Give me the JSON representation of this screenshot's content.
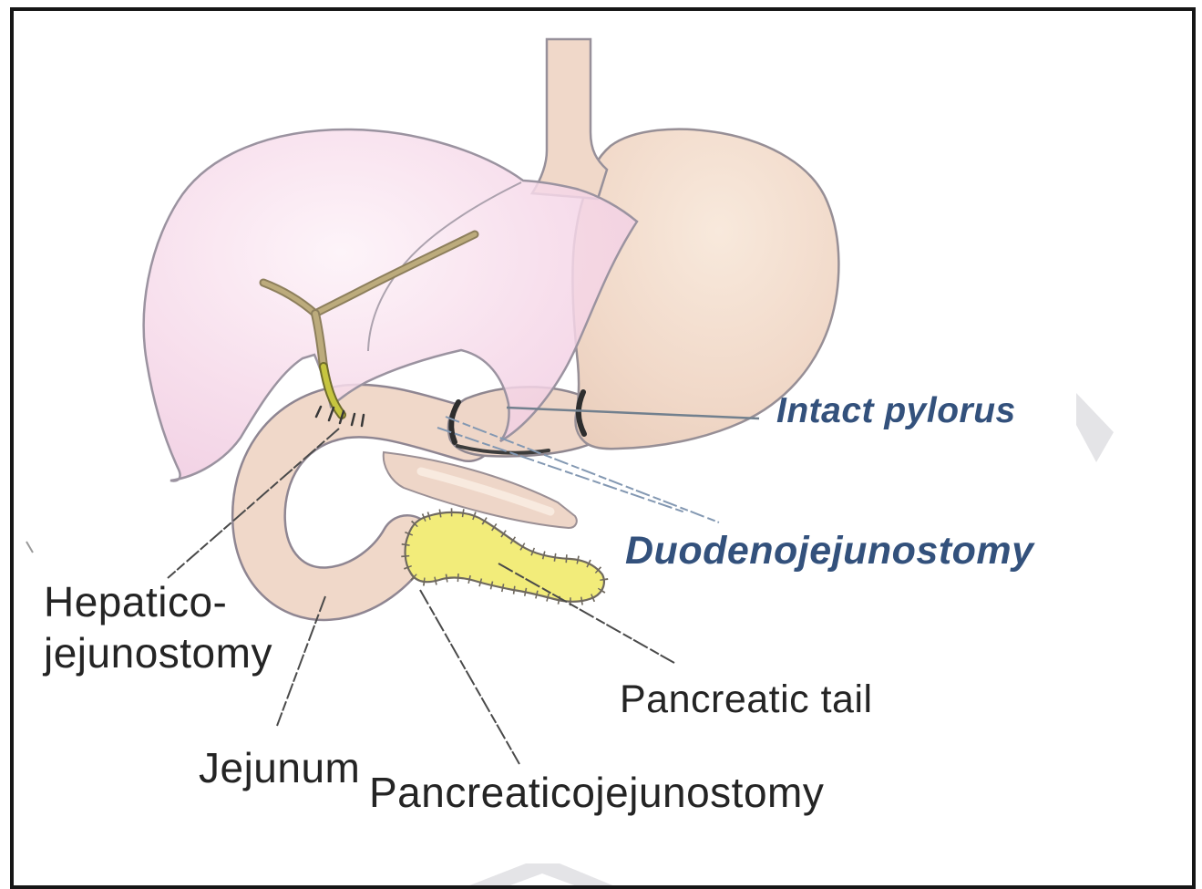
{
  "labels": {
    "intact_pylorus": "Intact pylorus",
    "duodenojejunostomy": "Duodenojejunostomy",
    "hepaticojejunostomy_line1": "Hepatico-",
    "hepaticojejunostomy_line2": "jejunostomy",
    "jejunum": "Jejunum",
    "pancreatic_tail": "Pancreatic tail",
    "pancreaticojejunostomy": "Pancreaticojejunostomy"
  },
  "colors": {
    "background": "#ffffff",
    "frame_black": "#161616",
    "label_blue": "#33517c",
    "label_black": "#242424",
    "liver_pink": "#f4d3e5",
    "liver_outline": "#9b93a0",
    "stomach_tan": "#f0d7c7",
    "stomach_outline": "#978f96",
    "esophagus_tan": "#f0d8c9",
    "jejunum_tan": "#f0d8c9",
    "jejunum_outline": "#8f8692",
    "duodenum_tan": "#eed6c8",
    "pancreas_yellow": "#f2ec7a",
    "pancreas_outline": "#6f695f",
    "bile_duct_olive": "#bcab7c",
    "bile_duct_olive_edge": "#8d7f5c",
    "bile_duct_green": "#c6c53f",
    "bile_duct_green_edge": "#6f6c2c",
    "anastomosis_dark": "#2e2e2e",
    "leader_gray": "#4a4a4a",
    "leader_blue": "#8398b2",
    "pylorus_leader_gray": "#72808e",
    "watermark_gray": "#e4e4e7"
  }
}
